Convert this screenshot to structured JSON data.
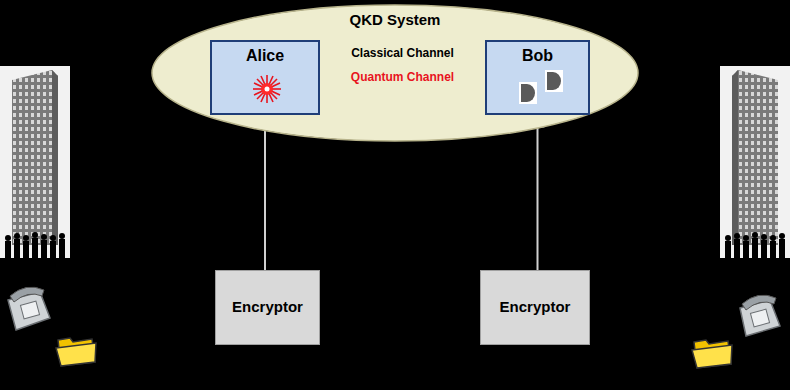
{
  "diagram": {
    "nodes": [
      {
        "text": [
          "QKD System"
        ]
      },
      {
        "text": [
          "Alice"
        ],
        "in": 0
      },
      {
        "text": [
          "Bob"
        ],
        "in": 0
      },
      {
        "text": [
          "Encryptor"
        ]
      },
      {
        "text": [
          "Encryptor"
        ]
      }
    ],
    "edges": [
      {
        "from": 1,
        "to": 2,
        "label": "Classical Channel",
        "arrow": "both"
      },
      {
        "from": 1,
        "to": 2,
        "label": "Quantum Channel",
        "arrow": "to"
      },
      {
        "from": 3,
        "to": 1,
        "arrow": "to"
      },
      {
        "from": 4,
        "to": 2,
        "arrow": "to"
      }
    ]
  }
}
